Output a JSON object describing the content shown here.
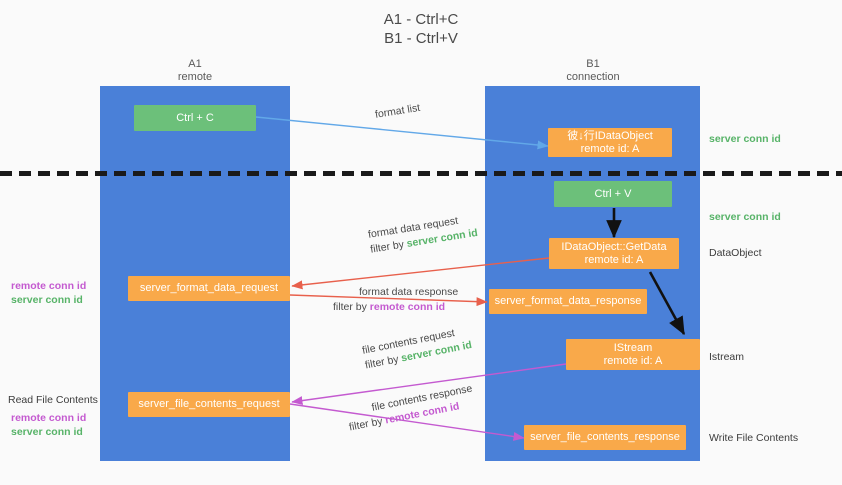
{
  "title": {
    "line1": "A1 - Ctrl+C",
    "line2": "B1 - Ctrl+V"
  },
  "lanes": [
    {
      "name": "A1",
      "sub": "remote"
    },
    {
      "name": "B1",
      "sub": "connection"
    }
  ],
  "boxes": {
    "ctrl_c": {
      "line1": "Ctrl + C",
      "line2": ""
    },
    "ctrl_v": {
      "line1": "Ctrl + V",
      "line2": ""
    },
    "idataobject": {
      "line1": "彼↓行IDataObject",
      "line2": "remote id: A"
    },
    "getdata": {
      "line1": "IDataObject::GetData",
      "line2": "remote id: A"
    },
    "istream": {
      "line1": "IStream",
      "line2": "remote id: A"
    },
    "fmt_req": {
      "line1": "server_format_data_request",
      "line2": ""
    },
    "fmt_resp": {
      "line1": "server_format_data_response",
      "line2": ""
    },
    "file_req": {
      "line1": "server_file_contents_request",
      "line2": ""
    },
    "file_resp": {
      "line1": "server_file_contents_response",
      "line2": ""
    }
  },
  "edge_labels": {
    "format_list": {
      "l1": "format list",
      "l2": "",
      "filter": ""
    },
    "fmt_data_req": {
      "l1": "format data request",
      "l2": "filter by ",
      "filter": "server conn id"
    },
    "fmt_data_resp": {
      "l1": "format data response",
      "l2": "filter by ",
      "filter": "remote conn id"
    },
    "file_req": {
      "l1": "file contents request",
      "l2": "filter by ",
      "filter": "server conn id"
    },
    "file_resp": {
      "l1": "file contents response",
      "l2": "filter by ",
      "filter": "remote conn id"
    }
  },
  "side_right": {
    "server_conn_1": "server conn id",
    "server_conn_2": "server conn id",
    "dataobject": "DataObject",
    "istream": "Istream",
    "write_file": "Write File Contents"
  },
  "side_left": {
    "remote_conn_1": "remote conn id",
    "server_conn_1": "server conn id",
    "read_file": "Read File Contents",
    "remote_conn_2": "remote conn id",
    "server_conn_2": "server conn id"
  },
  "colors": {
    "lane": "#4a80d8",
    "box_orange": "#f9a94a",
    "box_green": "#6cc07a",
    "server_conn": "#57b368",
    "remote_conn": "#c45ad0",
    "arrow_blue": "#62a8e8",
    "arrow_red": "#e8604c",
    "arrow_magenta": "#c45ad0",
    "arrow_black": "#111111",
    "background": "#fafafa"
  }
}
